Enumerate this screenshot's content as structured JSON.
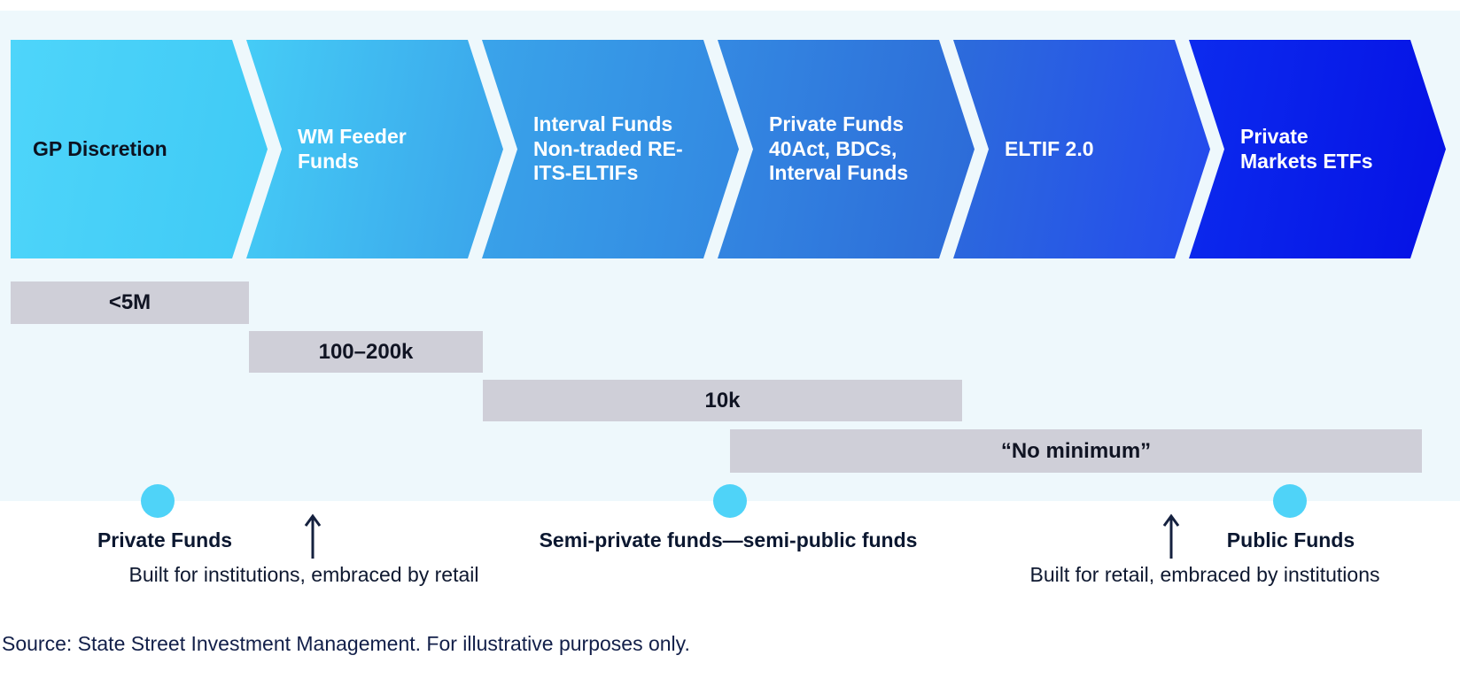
{
  "colors": {
    "background_panel": "#eef8fc",
    "bar_gray": "#cfcfd8",
    "dot_cyan": "#4fd3f8",
    "navy_text": "#0b1730",
    "source_navy": "#121f49",
    "white_text": "#ffffff"
  },
  "chevrons": [
    {
      "label": "GP Discretion",
      "color_start": "#4ed5fa",
      "color_end": "#3fc9f5",
      "text_color": "#0c1220"
    },
    {
      "label": "WM Feeder\nFunds",
      "color_start": "#45ccf6",
      "color_end": "#3aa3ea",
      "text_color": "#ffffff"
    },
    {
      "label": "Interval Funds\nNon-traded RE-\nITS-ELTIFs",
      "color_start": "#3aa4ea",
      "color_end": "#3287e1",
      "text_color": "#ffffff"
    },
    {
      "label": "Private Funds\n40Act, BDCs,\nInterval Funds",
      "color_start": "#3489e2",
      "color_end": "#2c6ad8",
      "text_color": "#ffffff"
    },
    {
      "label": "ELTIF 2.0",
      "color_start": "#2d6cdb",
      "color_end": "#2349ee",
      "text_color": "#ffffff"
    },
    {
      "label": "Private\nMarkets ETFs",
      "color_start": "#0c2bee",
      "color_end": "#0511e5",
      "text_color": "#ffffff"
    }
  ],
  "minimum_bars": [
    {
      "label": "<5M"
    },
    {
      "label": "100–200k"
    },
    {
      "label": "10k"
    },
    {
      "label": "“No minimum”"
    }
  ],
  "spectrum_labels": [
    {
      "label": "Private Funds"
    },
    {
      "label": "Semi-private funds—semi-public funds"
    },
    {
      "label": "Public Funds"
    }
  ],
  "annotations": [
    {
      "label": "Built for institutions, embraced by retail"
    },
    {
      "label": "Built for retail, embraced by institutions"
    }
  ],
  "source_note": "Source: State Street Investment Management. For illustrative purposes only."
}
